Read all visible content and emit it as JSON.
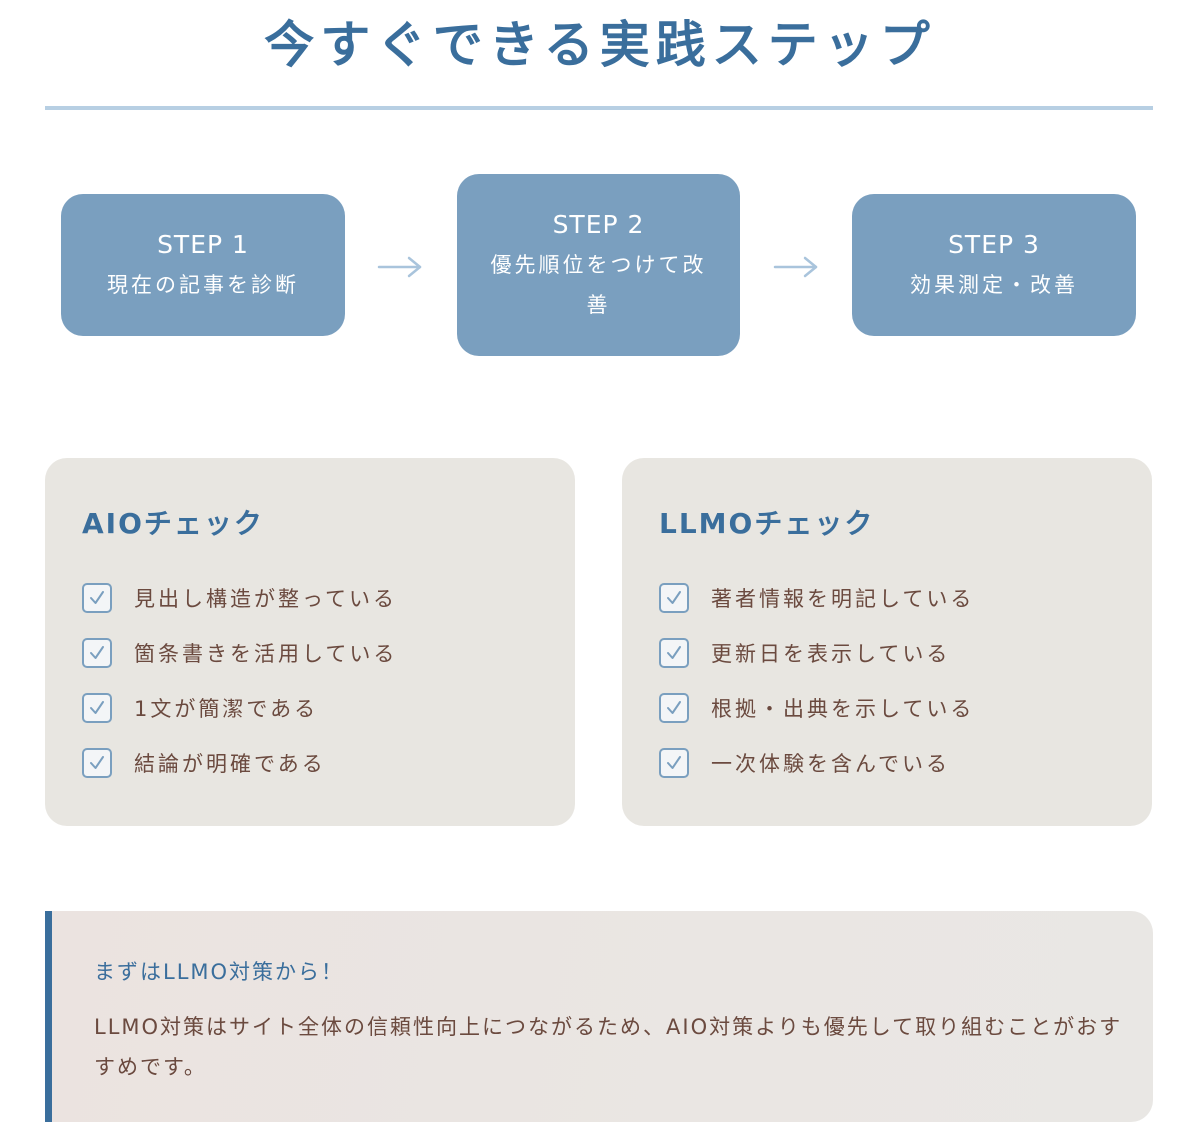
{
  "page": {
    "title": "今すぐできる実践ステップ"
  },
  "steps": [
    {
      "label": "STEP 1",
      "description": "現在の記事を診断"
    },
    {
      "label": "STEP 2",
      "description": "優先順位をつけて改善"
    },
    {
      "label": "STEP 3",
      "description": "効果測定・改善"
    }
  ],
  "icons": {
    "arrow": "arrow-right-icon",
    "check": "checkbox-checked-icon"
  },
  "colors": {
    "accent": "#3a6e9c",
    "step_bg": "#7a9fbf",
    "card_bg": "#e8e6e1",
    "text": "#6b4a3f",
    "rule": "#b7cfe3"
  },
  "checklists": {
    "aio": {
      "title": "AIOチェック",
      "items": [
        "見出し構造が整っている",
        "箇条書きを活用している",
        "1文が簡潔である",
        "結論が明確である"
      ]
    },
    "llmo": {
      "title": "LLMOチェック",
      "items": [
        "著者情報を明記している",
        "更新日を表示している",
        "根拠・出典を示している",
        "一次体験を含んでいる"
      ]
    }
  },
  "note": {
    "heading": "まずはLLMO対策から！",
    "body": "LLMO対策はサイト全体の信頼性向上につながるため、AIO対策よりも優先して取り組むことがおすすめです。"
  }
}
